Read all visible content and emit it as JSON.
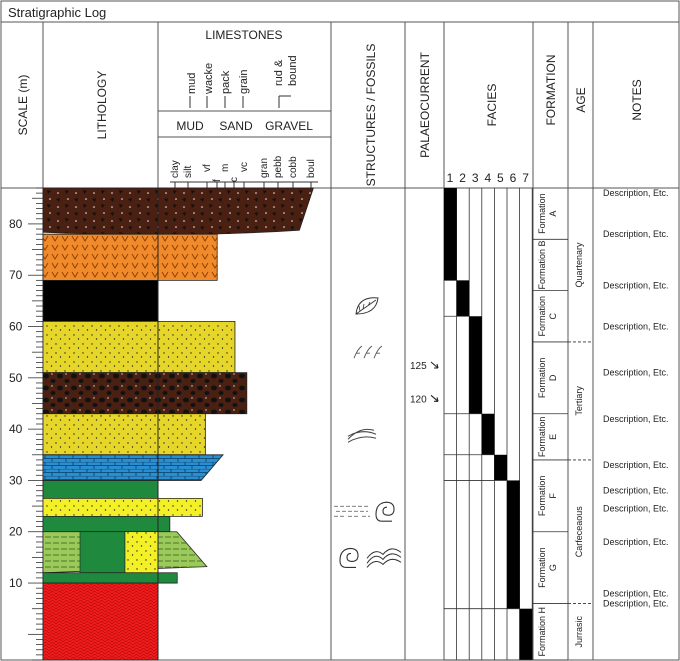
{
  "title": "Stratigraphic Log",
  "headers": {
    "scale": "SCALE (m)",
    "lithology": "LITHOLOGY",
    "limestones": "LIMESTONES",
    "structures": "STRUCTURES / FOSSILS",
    "palaeocurrent": "PALAEOCURRENT",
    "facies": "FACIES",
    "formation": "FORMATION",
    "age": "AGE",
    "notes": "NOTES"
  },
  "limestone_types": [
    "mud",
    "wacke",
    "pack",
    "grain",
    "rud &",
    "bound"
  ],
  "size_classes": [
    "MUD",
    "SAND",
    "GRAVEL"
  ],
  "grain_sizes": [
    "clay",
    "silt",
    "vf",
    "f",
    "m",
    "c",
    "vc",
    "gran",
    "pebb",
    "cobb",
    "boul"
  ],
  "scale_ticks": [
    "80",
    "70",
    "60",
    "50",
    "40",
    "30",
    "20",
    "10"
  ],
  "facies_numbers": [
    "1",
    "2",
    "3",
    "4",
    "5",
    "6",
    "7"
  ],
  "formations": [
    {
      "line1": "Formation",
      "line2": "A",
      "top_m": 87,
      "base_m": 77
    },
    {
      "line1": "Formation B",
      "line2": "",
      "top_m": 77,
      "base_m": 67
    },
    {
      "line1": "Formation",
      "line2": "C",
      "top_m": 67,
      "base_m": 57
    },
    {
      "line1": "Formation",
      "line2": "D",
      "top_m": 57,
      "base_m": 43
    },
    {
      "line1": "Formation",
      "line2": "E",
      "top_m": 43,
      "base_m": 34
    },
    {
      "line1": "Formation",
      "line2": "F",
      "top_m": 34,
      "base_m": 20
    },
    {
      "line1": "Formation",
      "line2": "G",
      "top_m": 20,
      "base_m": 6
    },
    {
      "line1": "Formation H",
      "line2": "",
      "top_m": 6,
      "base_m": -5
    }
  ],
  "ages": [
    {
      "label": "Quartenary",
      "top_m": 87,
      "base_m": 57
    },
    {
      "label": "Tertiary",
      "top_m": 57,
      "base_m": 34
    },
    {
      "label": "Carfeceaous",
      "top_m": 34,
      "base_m": 6
    },
    {
      "label": "Jurrasic",
      "top_m": 6,
      "base_m": -5
    }
  ],
  "notes": [
    {
      "text": "Description, Etc.",
      "at_m": 86
    },
    {
      "text": "Description, Etc.",
      "at_m": 78
    },
    {
      "text": "Description, Etc.",
      "at_m": 68
    },
    {
      "text": "Description, Etc.",
      "at_m": 60
    },
    {
      "text": "Description, Etc.",
      "at_m": 51
    },
    {
      "text": "Description, Etc.",
      "at_m": 42
    },
    {
      "text": "Description, Etc.",
      "at_m": 33
    },
    {
      "text": "Description, Etc.",
      "at_m": 28
    },
    {
      "text": "Description, Etc.",
      "at_m": 24.5
    },
    {
      "text": "Description, Etc.",
      "at_m": 18
    },
    {
      "text": "Description, Etc.",
      "at_m": 8
    },
    {
      "text": "Description, Etc.",
      "at_m": 6
    }
  ],
  "palaeocurrents": [
    {
      "label": "125",
      "at_m": 52.5
    },
    {
      "label": "120",
      "at_m": 46
    }
  ],
  "facies_steps": [
    {
      "facies": 1,
      "top_m": 87,
      "base_m": 69
    },
    {
      "facies": 2,
      "top_m": 69,
      "base_m": 62
    },
    {
      "facies": 3,
      "top_m": 62,
      "base_m": 43
    },
    {
      "facies": 4,
      "top_m": 43,
      "base_m": 35
    },
    {
      "facies": 5,
      "top_m": 35,
      "base_m": 30
    },
    {
      "facies": 6,
      "top_m": 30,
      "base_m": 5
    },
    {
      "facies": 7,
      "top_m": 5,
      "base_m": -5
    }
  ],
  "beds": [
    {
      "name": "breccia-conglomerate",
      "top_m": 87,
      "base_m": 78,
      "grain": 10.5,
      "color": "#4a2012",
      "pattern": "breccia"
    },
    {
      "name": "volcanic-tuff",
      "top_m": 78,
      "base_m": 69,
      "grain": 4,
      "color": "#f08a2a",
      "pattern": "volcanic"
    },
    {
      "name": "coal",
      "top_m": 69,
      "base_m": 61,
      "grain": 0,
      "color": "#000000",
      "pattern": "solid"
    },
    {
      "name": "sandstone-upper",
      "top_m": 61,
      "base_m": 51,
      "grain": 5.2,
      "color": "#e7d62a",
      "pattern": "sand"
    },
    {
      "name": "conglomerate",
      "top_m": 51,
      "base_m": 43,
      "grain": 6,
      "color": "#4a2012",
      "pattern": "conglomerate"
    },
    {
      "name": "sandstone-middle",
      "top_m": 43,
      "base_m": 35,
      "grain": 3.2,
      "color": "#e7d62a",
      "pattern": "sand"
    },
    {
      "name": "limestone",
      "top_m": 35,
      "base_m": 30,
      "grain": 4.4,
      "color": "#2a8fd0",
      "pattern": "brick"
    },
    {
      "name": "green-mudstone-upper",
      "top_m": 30,
      "base_m": 26.5,
      "grain": 0,
      "color": "#1f8a3e",
      "pattern": "mud"
    },
    {
      "name": "yellow-sandstone-lower",
      "top_m": 26.5,
      "base_m": 23,
      "grain": 3,
      "color": "#f4f028",
      "pattern": "sand"
    },
    {
      "name": "green-mudstone-lower",
      "top_m": 23,
      "base_m": 20,
      "grain": 0.8,
      "color": "#1f8a3e",
      "pattern": "mud"
    },
    {
      "name": "mixed-heterolithic",
      "top_m": 20,
      "base_m": 12,
      "grain": 3.3,
      "color": "#9bc95a",
      "pattern": "mixed"
    },
    {
      "name": "green-mudstone-base",
      "top_m": 12,
      "base_m": 10,
      "grain": 1.3,
      "color": "#1f8a3e",
      "pattern": "mud"
    },
    {
      "name": "red-evaporite",
      "top_m": 10,
      "base_m": -5,
      "grain": 0,
      "color": "#ee1c1c",
      "pattern": "red"
    }
  ],
  "structures": [
    {
      "type": "leaf-icon",
      "at_m": 64
    },
    {
      "type": "cross-lamination-icon",
      "at_m": 55
    },
    {
      "type": "wavy-lamination-icon",
      "at_m": 39
    },
    {
      "type": "flaser-icon",
      "at_m": 24
    },
    {
      "type": "ammonite-icon",
      "at_m": 24
    },
    {
      "type": "ammonite-icon",
      "at_m": 15
    },
    {
      "type": "convolute-icon",
      "at_m": 15
    }
  ],
  "scale_range": [
    -5,
    87
  ]
}
